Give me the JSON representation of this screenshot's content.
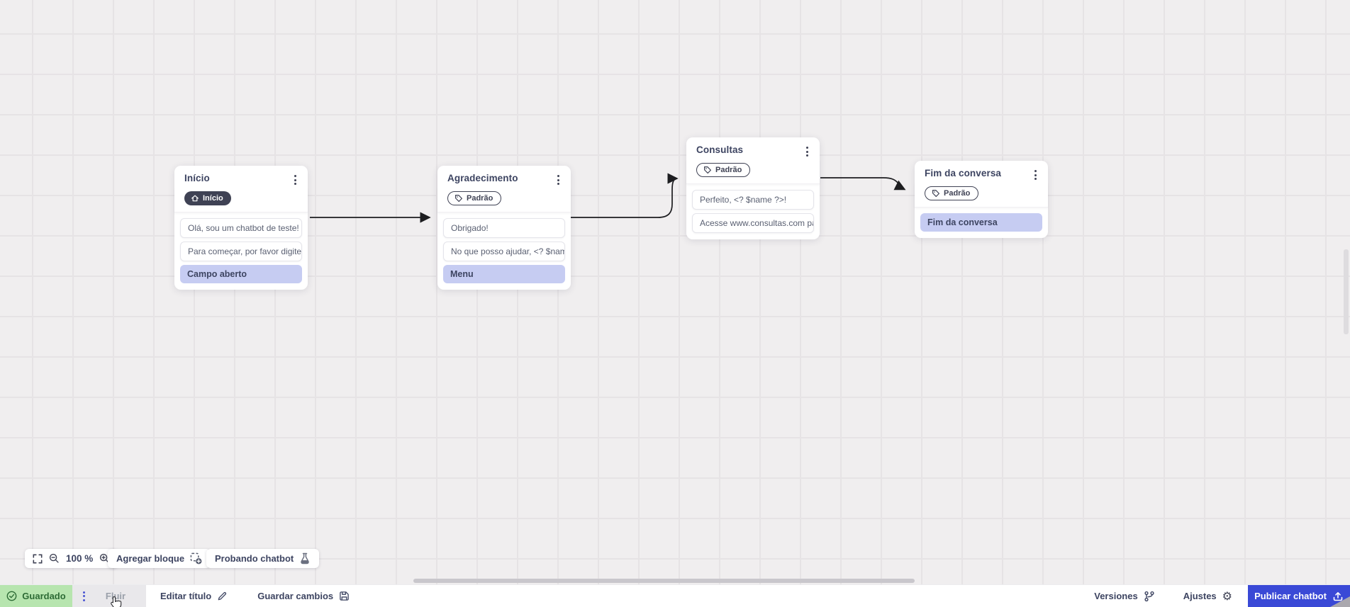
{
  "canvas": {
    "nodes": [
      {
        "title": "Início",
        "badge": "Início",
        "blocks": [
          {
            "text": "Olá, sou um chatbot de teste!"
          },
          {
            "text": "Para começar, por favor digite o ..."
          },
          {
            "text": "Campo aberto"
          }
        ]
      },
      {
        "title": "Agradecimento",
        "badge": "Padrão",
        "blocks": [
          {
            "text": "Obrigado!"
          },
          {
            "text": "No que posso ajudar, <? $name ..."
          },
          {
            "text": "Menu"
          }
        ]
      },
      {
        "title": "Consultas",
        "badge": "Padrão",
        "blocks": [
          {
            "text": "Perfeito, <? $name ?>!"
          },
          {
            "text": "Acesse www.consultas.com par..."
          }
        ]
      },
      {
        "title": "Fim da conversa",
        "badge": "Padrão",
        "blocks": [
          {
            "text": "Fim da conversa"
          }
        ]
      }
    ]
  },
  "toolbar": {
    "zoom_level": "100 %",
    "add_block": "Agregar bloque",
    "test_chatbot": "Probando chatbot"
  },
  "statusbar": {
    "saved": "Guardado",
    "flow_tab": "Fluir",
    "edit_title": "Editar título",
    "save_changes": "Guardar cambios",
    "versions": "Versiones",
    "settings": "Ajustes",
    "publish": "Publicar chatbot"
  },
  "colors": {
    "accent_blue": "#3A49D6",
    "action_purple": "#C6CCF2",
    "saved_green_bg": "#B7E5AF",
    "saved_green_text": "#2D6B35",
    "badge_dark": "#3F4254",
    "canvas_bg": "#F0EEEF",
    "connector": "#1D1D20"
  }
}
